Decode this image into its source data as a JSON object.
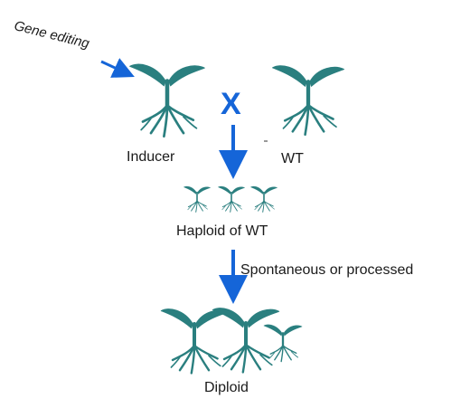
{
  "annotation": {
    "gene_editing": "Gene editing"
  },
  "labels": {
    "inducer": "Inducer",
    "wt": "WT",
    "cross_symbol": "X",
    "haploid": "Haploid of WT",
    "spontaneous": "Spontaneous or processed",
    "diploid": "Diploid"
  },
  "icons": {
    "plant": "seedling-icon",
    "arrow": "arrow-down-icon"
  },
  "colors": {
    "arrow": "#1565d8",
    "plant": "#2a7f7f"
  }
}
